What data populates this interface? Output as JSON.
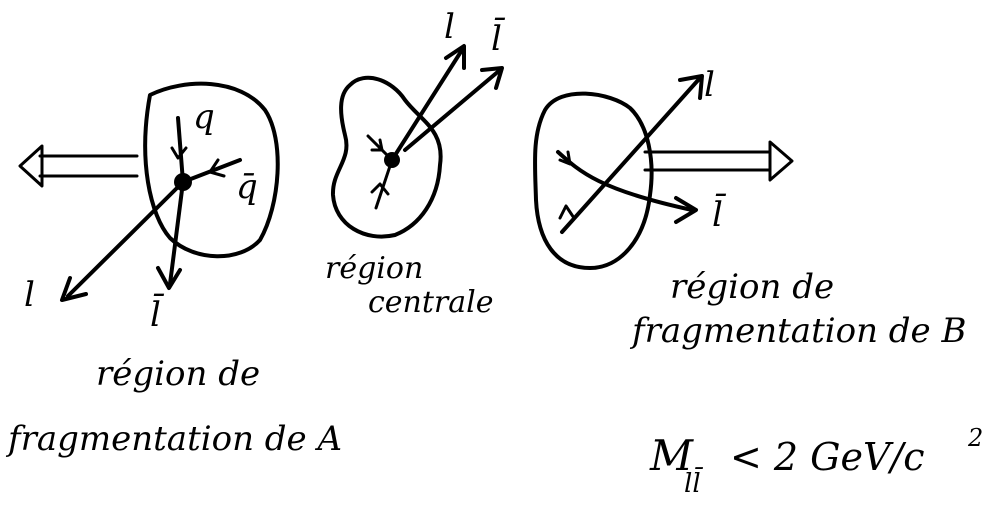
{
  "diagram": {
    "left_blob": {
      "labels": {
        "q": "q",
        "qbar": "q̄",
        "l": "l",
        "lbar": "l̄"
      }
    },
    "center_blob": {
      "labels": {
        "l": "l",
        "lbar": "l̄"
      },
      "caption_line1": "région",
      "caption_line2": "centrale"
    },
    "right_blob": {
      "labels": {
        "l": "l",
        "lbar": "l̄"
      },
      "caption_line1": "région de",
      "caption_line2": "fragmentation de B"
    },
    "left_caption_line1": "région de",
    "left_caption_line2": "fragmentation de A",
    "mass_condition": {
      "symbol": "M",
      "subscript": "ll̄",
      "relation": "< 2 GeV/c",
      "exponent": "2"
    }
  }
}
